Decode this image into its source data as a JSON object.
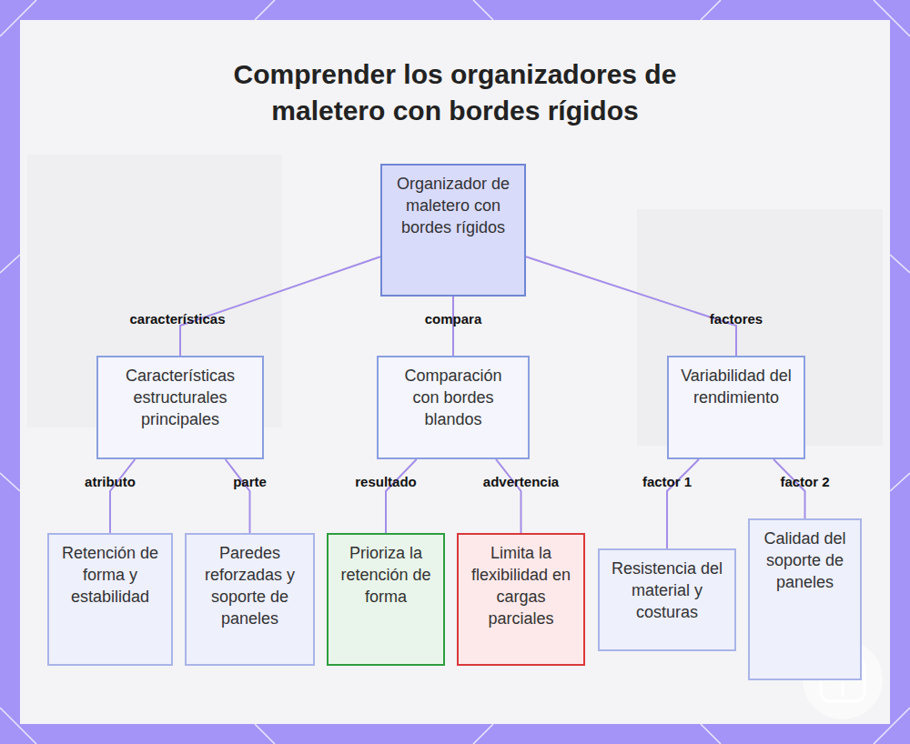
{
  "diagram": {
    "title": "Comprender los organizadores de maletero con bordes rígidos",
    "nodes": [
      {
        "text": [
          "Organizador de maletero con bordes rígidos"
        ]
      },
      {
        "text": [
          "Características estructurales principales"
        ]
      },
      {
        "text": [
          "Comparación con bordes blandos"
        ]
      },
      {
        "text": [
          "Variabilidad del rendimiento"
        ]
      },
      {
        "text": [
          "Retención de forma y estabilidad"
        ]
      },
      {
        "text": [
          "Paredes reforzadas y soporte de paneles"
        ]
      },
      {
        "text": [
          "Prioriza la retención de forma"
        ]
      },
      {
        "text": [
          "Limita la flexibilidad en cargas parciales"
        ]
      },
      {
        "text": [
          "Resistencia del material y costuras"
        ]
      },
      {
        "text": [
          "Calidad del soporte de paneles"
        ]
      }
    ],
    "edges": [
      {
        "from": 0,
        "to": 1,
        "label": "características",
        "arrow": "none"
      },
      {
        "from": 0,
        "to": 2,
        "label": "compara",
        "arrow": "none"
      },
      {
        "from": 0,
        "to": 3,
        "label": "factores",
        "arrow": "none"
      },
      {
        "from": 1,
        "to": 4,
        "label": "atributo",
        "arrow": "none"
      },
      {
        "from": 1,
        "to": 5,
        "label": "parte",
        "arrow": "none"
      },
      {
        "from": 2,
        "to": 6,
        "label": "resultado",
        "arrow": "none"
      },
      {
        "from": 2,
        "to": 7,
        "label": "advertencia",
        "arrow": "none"
      },
      {
        "from": 3,
        "to": 8,
        "label": "factor 1",
        "arrow": "none"
      },
      {
        "from": 3,
        "to": 9,
        "label": "factor 2",
        "arrow": "none"
      }
    ]
  }
}
